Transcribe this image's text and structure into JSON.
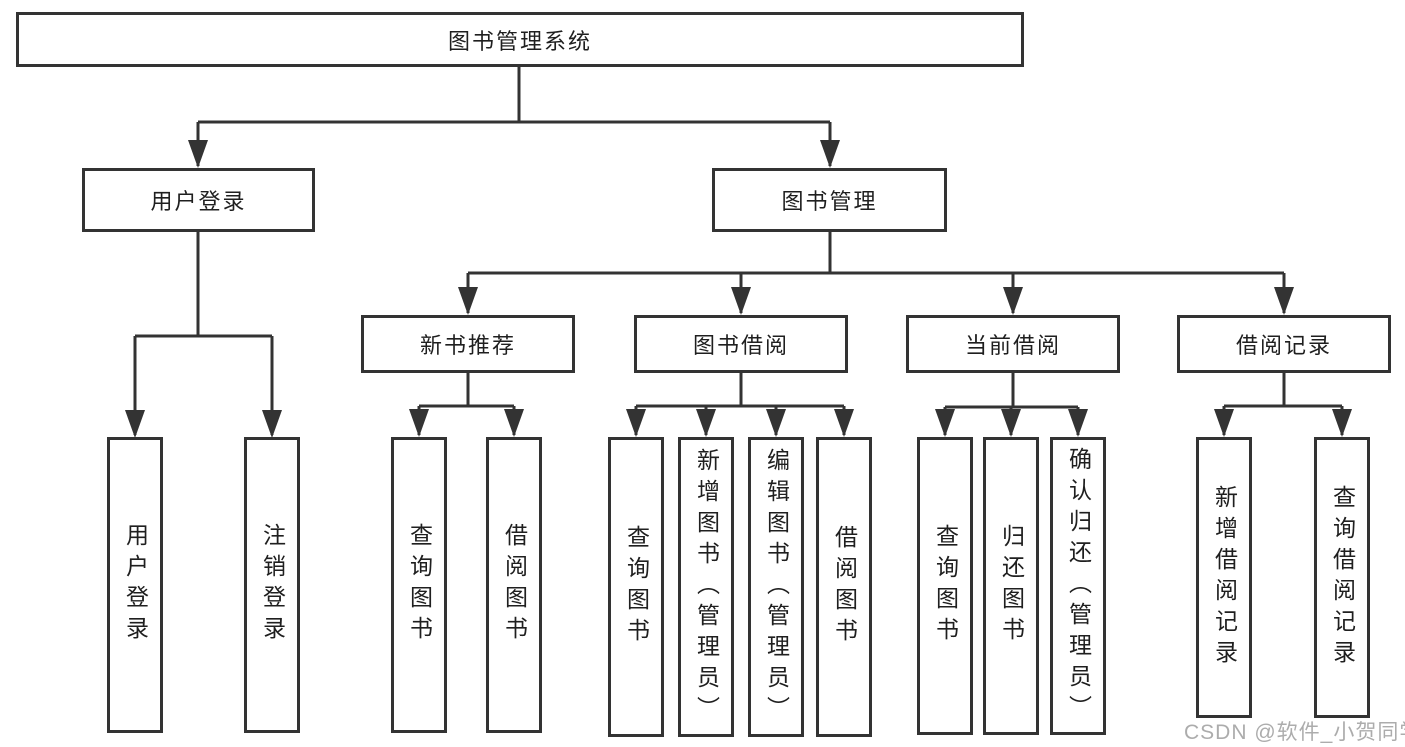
{
  "diagram": {
    "root": "图书管理系统",
    "level2": [
      "用户登录",
      "图书管理"
    ],
    "level3": [
      "新书推荐",
      "图书借阅",
      "当前借阅",
      "借阅记录"
    ],
    "leaves": {
      "user_login": [
        "用户登录",
        "注销登录"
      ],
      "new_book": [
        "查询图书",
        "借阅图书"
      ],
      "book_borrow": [
        "查询图书",
        "新增图书（管理员）",
        "编辑图书（管理员）",
        "借阅图书"
      ],
      "current_borrow": [
        "查询图书",
        "归还图书",
        "确认归还（管理员）"
      ],
      "borrow_records": [
        "新增借阅记录",
        "查询借阅记录"
      ]
    }
  },
  "watermark": "CSDN @软件_小贺同学",
  "colors": {
    "border": "#333333",
    "line": "#333333",
    "text": "#1f1f1f",
    "watermark": "#a8a8a8",
    "background": "#ffffff"
  }
}
